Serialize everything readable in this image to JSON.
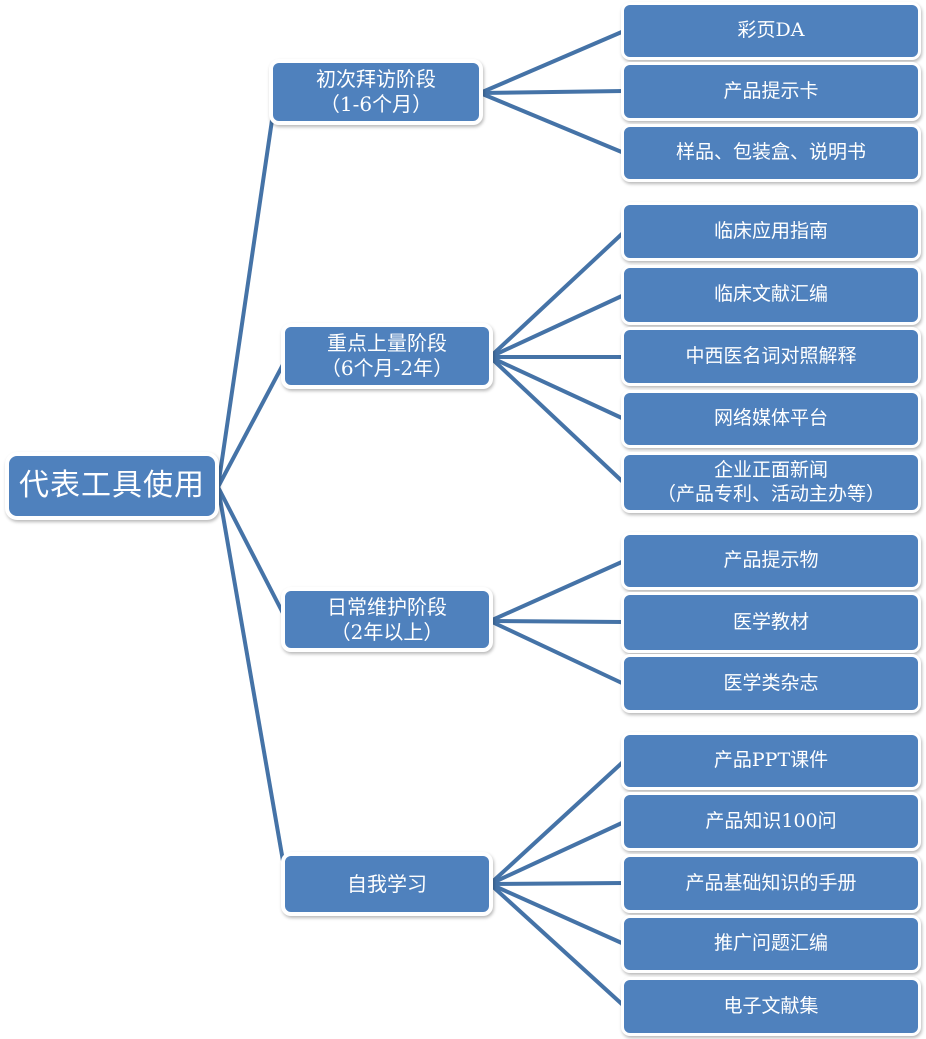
{
  "colors": {
    "node_fill": "#4f81bd",
    "node_border": "#ffffff",
    "connector_line": "#4573a7",
    "text": "#ffffff"
  },
  "root": {
    "label": "代表工具使用"
  },
  "branches": [
    {
      "label": "初次拜访阶段",
      "sublabel": "（1-6个月）",
      "leaves": [
        {
          "label": "彩页DA"
        },
        {
          "label": "产品提示卡"
        },
        {
          "label": "样品、包装盒、说明书"
        }
      ]
    },
    {
      "label": "重点上量阶段",
      "sublabel": "（6个月-2年）",
      "leaves": [
        {
          "label": "临床应用指南"
        },
        {
          "label": "临床文献汇编"
        },
        {
          "label": "中西医名词对照解释"
        },
        {
          "label": "网络媒体平台"
        },
        {
          "label": "企业正面新闻",
          "sublabel": "（产品专利、活动主办等）"
        }
      ]
    },
    {
      "label": "日常维护阶段",
      "sublabel": "（2年以上）",
      "leaves": [
        {
          "label": "产品提示物"
        },
        {
          "label": "医学教材"
        },
        {
          "label": "医学类杂志"
        }
      ]
    },
    {
      "label": "自我学习",
      "sublabel": "",
      "leaves": [
        {
          "label": "产品PPT课件"
        },
        {
          "label": "产品知识100问"
        },
        {
          "label": "产品基础知识的手册"
        },
        {
          "label": "推广问题汇编"
        },
        {
          "label": "电子文献集"
        }
      ]
    }
  ]
}
